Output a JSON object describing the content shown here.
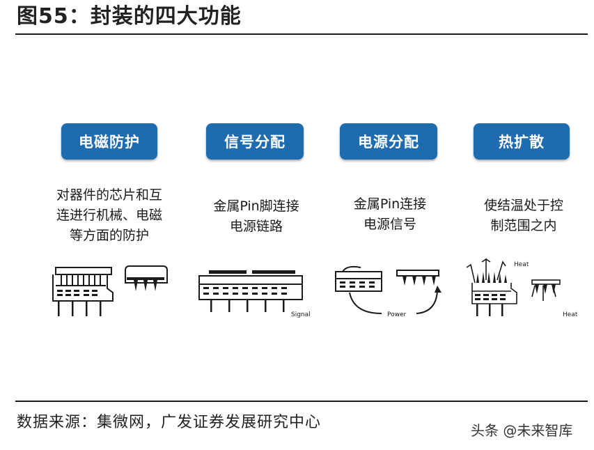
{
  "title": "图55：封装的四大功能",
  "functions": [
    {
      "label": "电磁防护",
      "lines": [
        "对器件的芯片和互",
        "连进行机械、电磁",
        "等方面的防护"
      ]
    },
    {
      "label": "信号分配",
      "lines": [
        "金属Pin脚连接",
        "电源链路"
      ],
      "callout": "Signal"
    },
    {
      "label": "电源分配",
      "lines": [
        "金属Pin连接",
        "电源信号"
      ],
      "callout": "Power"
    },
    {
      "label": "热扩散",
      "lines": [
        "使结温处于控",
        "制范围之内"
      ],
      "callout_top": "Heat",
      "callout_bottom": "Heat"
    }
  ],
  "source": "数据来源：集微网，广发证券发展研究中心",
  "watermark": "头条 @未来智库",
  "colors": {
    "badge": "#1f6bb0",
    "line": "#1a1a1a"
  }
}
